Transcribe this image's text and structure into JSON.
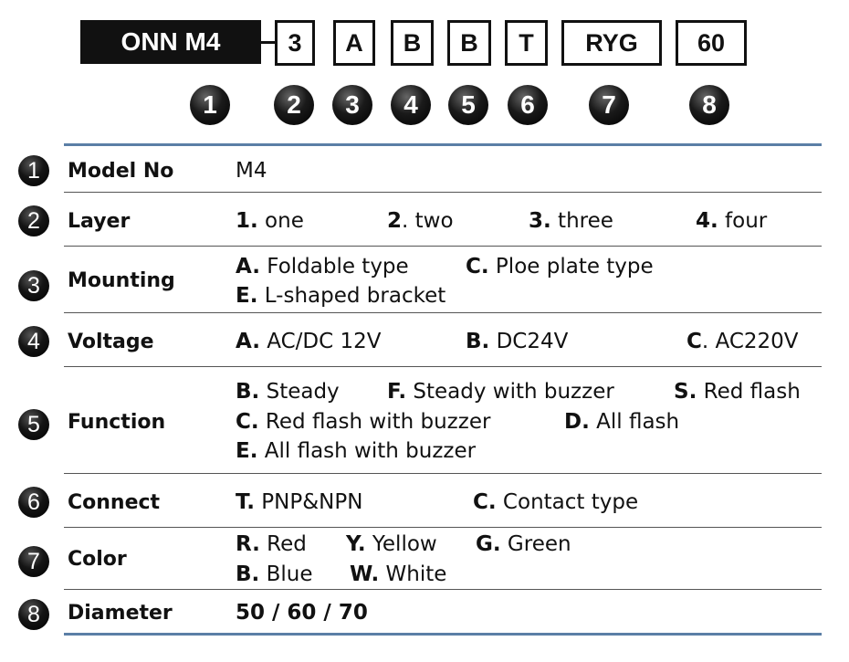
{
  "code": {
    "main": "ONN M4",
    "boxes": [
      "3",
      "A",
      "B",
      "B",
      "T",
      "RYG",
      "60"
    ],
    "numbers": [
      "1",
      "2",
      "3",
      "4",
      "5",
      "6",
      "7",
      "8"
    ]
  },
  "rows": [
    {
      "num": "1",
      "label": "Model No",
      "options": [
        {
          "key": "",
          "text": "M4"
        }
      ]
    },
    {
      "num": "2",
      "label": "Layer",
      "options": [
        {
          "key": "1.",
          "text": " one"
        },
        {
          "key": "2",
          "text": ". two"
        },
        {
          "key": "3.",
          "text": " three"
        },
        {
          "key": "4.",
          "text": " four"
        }
      ]
    },
    {
      "num": "3",
      "label": "Mounting",
      "options": [
        {
          "key": "A.",
          "text": " Foldable type"
        },
        {
          "key": "C.",
          "text": " Ploe plate type"
        },
        {
          "key": "E.",
          "text": " L-shaped bracket"
        }
      ]
    },
    {
      "num": "4",
      "label": "Voltage",
      "options": [
        {
          "key": "A.",
          "text": " AC/DC 12V"
        },
        {
          "key": "B.",
          "text": " DC24V"
        },
        {
          "key": "C",
          "text": ". AC220V"
        }
      ]
    },
    {
      "num": "5",
      "label": "Function",
      "options": [
        {
          "key": "B.",
          "text": " Steady"
        },
        {
          "key": "F.",
          "text": " Steady with buzzer"
        },
        {
          "key": "S.",
          "text": " Red flash"
        },
        {
          "key": "C.",
          "text": " Red flash with buzzer"
        },
        {
          "key": "D.",
          "text": " All flash"
        },
        {
          "key": "E.",
          "text": " All flash with buzzer"
        }
      ]
    },
    {
      "num": "6",
      "label": "Connect",
      "options": [
        {
          "key": "T.",
          "text": " PNP&NPN"
        },
        {
          "key": "C.",
          "text": " Contact type"
        }
      ]
    },
    {
      "num": "7",
      "label": "Color",
      "options": [
        {
          "key": "R.",
          "text": " Red"
        },
        {
          "key": "Y.",
          "text": " Yellow"
        },
        {
          "key": "G.",
          "text": " Green"
        },
        {
          "key": "B.",
          "text": " Blue"
        },
        {
          "key": "W.",
          "text": " White"
        }
      ]
    },
    {
      "num": "8",
      "label": "Diameter",
      "options": [
        {
          "key": "50 / 60 / 70",
          "text": ""
        }
      ]
    }
  ],
  "colors": {
    "accent_line": "#5b7fa6",
    "badge": "#000000"
  }
}
